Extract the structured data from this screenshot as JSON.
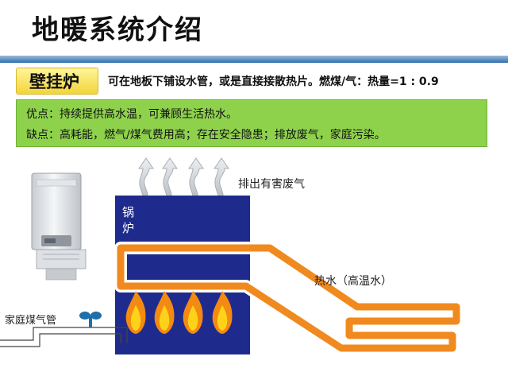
{
  "page": {
    "title": "地暖系统介绍"
  },
  "heater": {
    "label": "壁挂炉",
    "description": "可在地板下铺设水管，或是直接接散热片。燃煤/气：热量=1 : 0.9"
  },
  "pros_cons": {
    "pros": "优点：持续提供高水温，可兼顾生活热水。",
    "cons": "缺点：高耗能，燃气/煤气费用高；存在安全隐患；排放废气，家庭污染。"
  },
  "diagram": {
    "boiler_label_1": "锅",
    "boiler_label_2": "炉",
    "exhaust_label": "排出有害废气",
    "hot_water_label": "热水（高温水）",
    "gas_pipe_label": "家庭煤气管"
  },
  "colors": {
    "boiler_blue": "#1f2b8c",
    "pipe_orange": "#f08a1e",
    "flame_orange": "#f38a12",
    "flame_yellow": "#ffd21a",
    "green_box": "#8ed24c",
    "tag_yellow": "#f3d53a",
    "title_rule": "#2f6fae"
  }
}
